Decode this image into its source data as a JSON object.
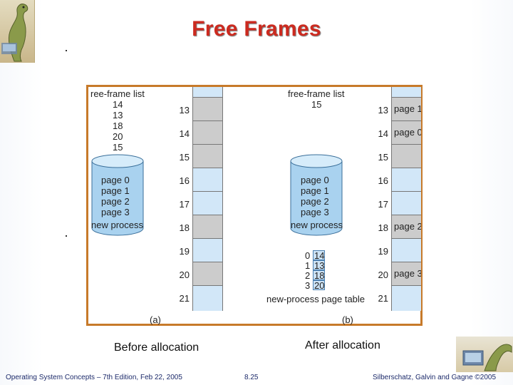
{
  "slide": {
    "title": "Free Frames",
    "caption_before": "Before allocation",
    "caption_after": "After allocation"
  },
  "figure_a": {
    "free_list_title": "ree-frame list",
    "free_list": [
      "14",
      "13",
      "18",
      "20",
      "15"
    ],
    "process_pages": [
      "page 0",
      "page 1",
      "page 2",
      "page 3"
    ],
    "process_label": "new process",
    "frame_numbers": [
      "13",
      "14",
      "15",
      "16",
      "17",
      "18",
      "19",
      "20",
      "21"
    ],
    "subfig_label": "(a)"
  },
  "figure_b": {
    "free_list_title": "free-frame list",
    "free_list": [
      "15"
    ],
    "process_pages": [
      "page 0",
      "page 1",
      "page 2",
      "page 3"
    ],
    "process_label": "new process",
    "page_table_indices": [
      "0",
      "1",
      "2",
      "3"
    ],
    "page_table_frames": [
      "14",
      "13",
      "18",
      "20"
    ],
    "page_table_label": "new-process page table",
    "frame_numbers": [
      "13",
      "14",
      "15",
      "16",
      "17",
      "18",
      "19",
      "20",
      "21"
    ],
    "frame_contents": [
      "page 1",
      "page 0",
      "",
      "",
      "",
      "page 2",
      "",
      "page 3",
      ""
    ],
    "subfig_label": "(b)"
  },
  "footer": {
    "left": "Operating System Concepts – 7th Edition, Feb 22, 2005",
    "center": "8.25",
    "right": "Silberschatz, Galvin and Gagne ©2005"
  },
  "colors": {
    "title": "#cc2a1f",
    "figure_border": "#c77a2a",
    "frame_free": "#d2e7f8",
    "frame_used": "#cccccc",
    "footer_text": "#1c2a6a"
  }
}
